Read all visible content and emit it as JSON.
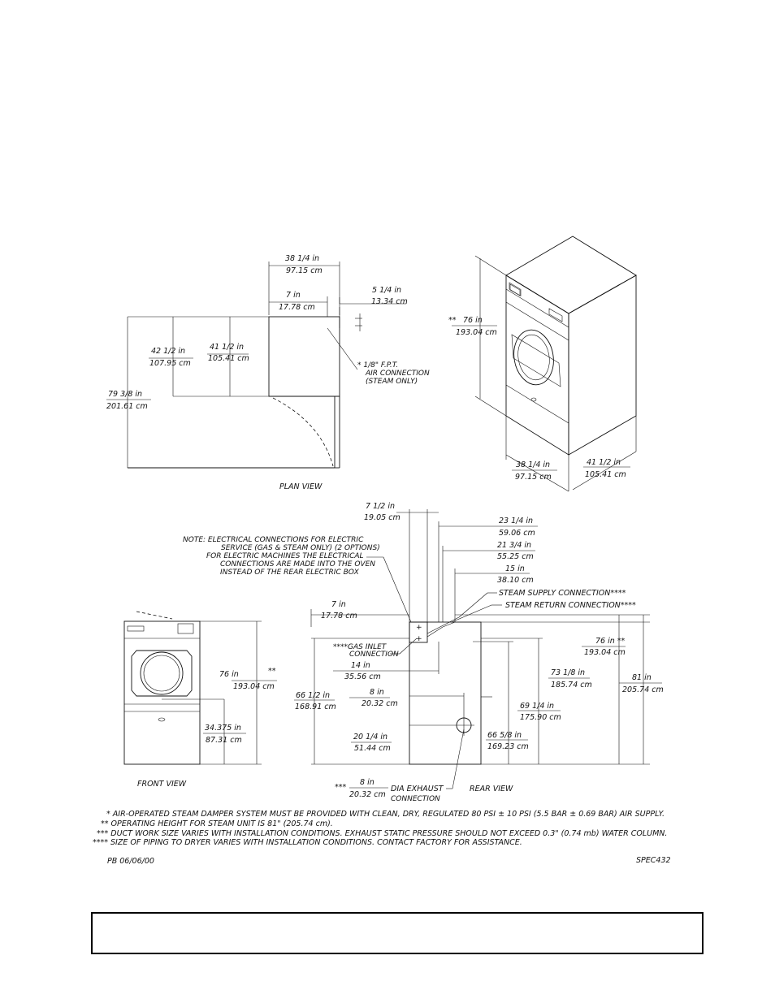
{
  "plan_view": {
    "title": "PLAN VIEW",
    "width_in": "38 1/4 in",
    "width_cm": "97.15 cm",
    "offset_in": "7 in",
    "offset_cm": "17.78 cm",
    "air_offset_in": "5 1/4 in",
    "air_offset_cm": "13.34 cm",
    "depth_a_in": "42 1/2 in",
    "depth_a_cm": "107.95 cm",
    "depth_b_in": "41 1/2 in",
    "depth_b_cm": "105.41 cm",
    "total_in": "79 3/8 in",
    "total_cm": "201.61 cm",
    "air_note_1": "* 1/8\" F.P.T.",
    "air_note_2": "AIR CONNECTION",
    "air_note_3": "(STEAM ONLY)"
  },
  "iso_view": {
    "height_prefix": "**",
    "height_in": "76 in",
    "height_cm": "193.04 cm",
    "width_in": "38 1/4 in",
    "width_cm": "97.15 cm",
    "depth_in": "41 1/2 in",
    "depth_cm": "105.41 cm"
  },
  "front_view": {
    "title": "FRONT VIEW",
    "height_in": "76 in",
    "height_suffix": "**",
    "height_cm": "193.04 cm",
    "door_in": "34.375 in",
    "door_cm": "87.31 cm"
  },
  "rear_view": {
    "title": "REAR VIEW",
    "note_1": "NOTE: ELECTRICAL CONNECTIONS FOR ELECTRIC",
    "note_2": "SERVICE (GAS & STEAM ONLY) (2 OPTIONS)",
    "note_3": "FOR ELECTRIC MACHINES THE ELECTRICAL",
    "note_4": "CONNECTIONS ARE MADE INTO THE OVEN",
    "note_5": "INSTEAD OF THE REAR ELECTRIC BOX",
    "d1_in": "7 1/2 in",
    "d1_cm": "19.05 cm",
    "d2_in": "23 1/4 in",
    "d2_cm": "59.06 cm",
    "d3_in": "21 3/4 in",
    "d3_cm": "55.25 cm",
    "d4_in": "15 in",
    "d4_cm": "38.10 cm",
    "steam_supply": "STEAM SUPPLY CONNECTION****",
    "steam_return": "STEAM RETURN CONNECTION****",
    "d5_in": "7 in",
    "d5_cm": "17.78 cm",
    "gas_inlet_1": "****GAS INLET",
    "gas_inlet_2": "CONNECTION",
    "d6_in": "14 in",
    "d6_cm": "35.56 cm",
    "d7_in": "8 in",
    "d7_cm": "20.32 cm",
    "d8_in": "66 1/2 in",
    "d8_cm": "168.91 cm",
    "d9_in": "20 1/4 in",
    "d9_cm": "51.44 cm",
    "exhaust_prefix": "***",
    "exhaust_in": "8 in",
    "exhaust_cm": "20.32 cm",
    "exhaust_label_1": "DIA EXHAUST",
    "exhaust_label_2": "CONNECTION",
    "h1_in": "76 in **",
    "h1_cm": "193.04 cm",
    "h2_in": "73 1/8 in",
    "h2_cm": "185.74 cm",
    "h3_in": "81 in",
    "h3_cm": "205.74 cm",
    "h4_in": "69 1/4 in",
    "h4_cm": "175.90 cm",
    "h5_in": "66 5/8 in",
    "h5_cm": "169.23 cm"
  },
  "footnotes": [
    "* AIR-OPERATED STEAM DAMPER SYSTEM MUST BE PROVIDED WITH CLEAN, DRY, REGULATED 80 PSI ± 10 PSI (5.5 BAR ± 0.69 BAR) AIR SUPPLY.",
    "** OPERATING HEIGHT FOR STEAM UNIT IS 81\" (205.74 cm).",
    "*** DUCT WORK SIZE VARIES WITH INSTALLATION CONDITIONS. EXHAUST STATIC PRESSURE SHOULD NOT EXCEED 0.3\" (0.74 mb) WATER COLUMN.",
    "**** SIZE OF PIPING TO DRYER VARIES WITH INSTALLATION CONDITIONS. CONTACT FACTORY FOR ASSISTANCE."
  ],
  "meta": {
    "author_date": "PB 06/06/00",
    "spec_code": "SPEC432"
  }
}
